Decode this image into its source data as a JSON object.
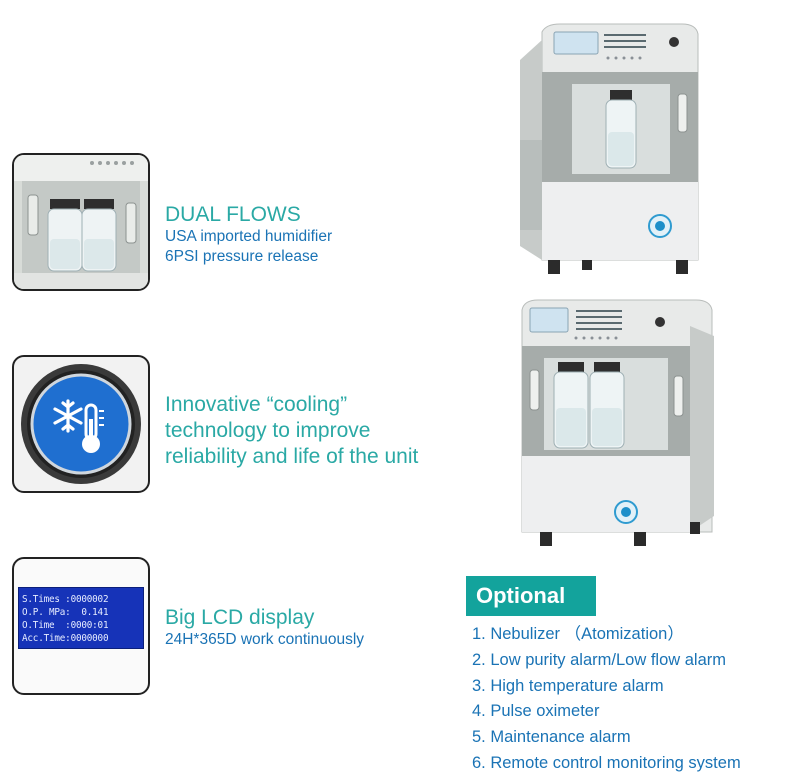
{
  "features": {
    "dual_flows": {
      "title": "DUAL FLOWS",
      "line1": "USA imported humidifier",
      "line2": "6PSI pressure release"
    },
    "cooling": {
      "line1": "Innovative “cooling”",
      "line2": "technology to improve",
      "line3": "reliability and life of the unit"
    },
    "lcd": {
      "title": "Big LCD display",
      "subtitle": "24H*365D work continuously",
      "screen": [
        "S.Times :0000002",
        "O.P. MPa:  0.141",
        "O.Time  :0000:01",
        "Acc.Time:0000000"
      ]
    }
  },
  "optional": {
    "heading": "Optional",
    "items": [
      "1. Nebulizer （Atomization）",
      "2. Low purity alarm/Low flow alarm",
      "3. High temperature alarm",
      "4. Pulse oximeter",
      "5. Maintenance alarm",
      "6. Remote control monitoring system"
    ]
  },
  "icons": {
    "cooling": "snowflake-thermometer-icon"
  },
  "colors": {
    "teal": "#2aa9a5",
    "blue_text": "#1a73b5",
    "optional_bg": "#13a39c",
    "lcd_bg": "#1633b8",
    "icon_blue": "#1f6fd0"
  }
}
